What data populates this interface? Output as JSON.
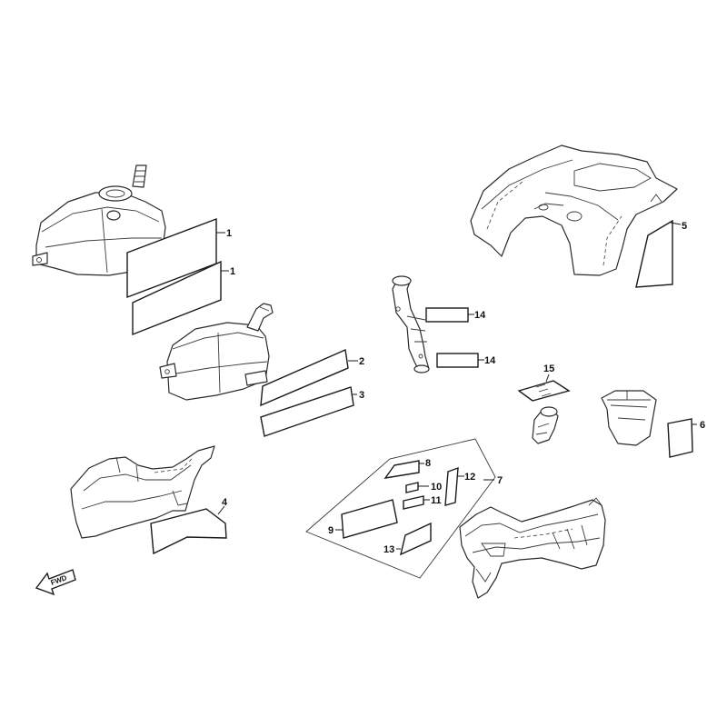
{
  "diagram": {
    "callouts": {
      "c1a": "1",
      "c1b": "1",
      "c2": "2",
      "c3": "3",
      "c4": "4",
      "c5": "5",
      "c6": "6",
      "c7": "7",
      "c8": "8",
      "c9": "9",
      "c10": "10",
      "c11": "11",
      "c12": "12",
      "c13": "13",
      "c14a": "14",
      "c14b": "14",
      "c15": "15"
    },
    "fwd_label": "FWD"
  }
}
